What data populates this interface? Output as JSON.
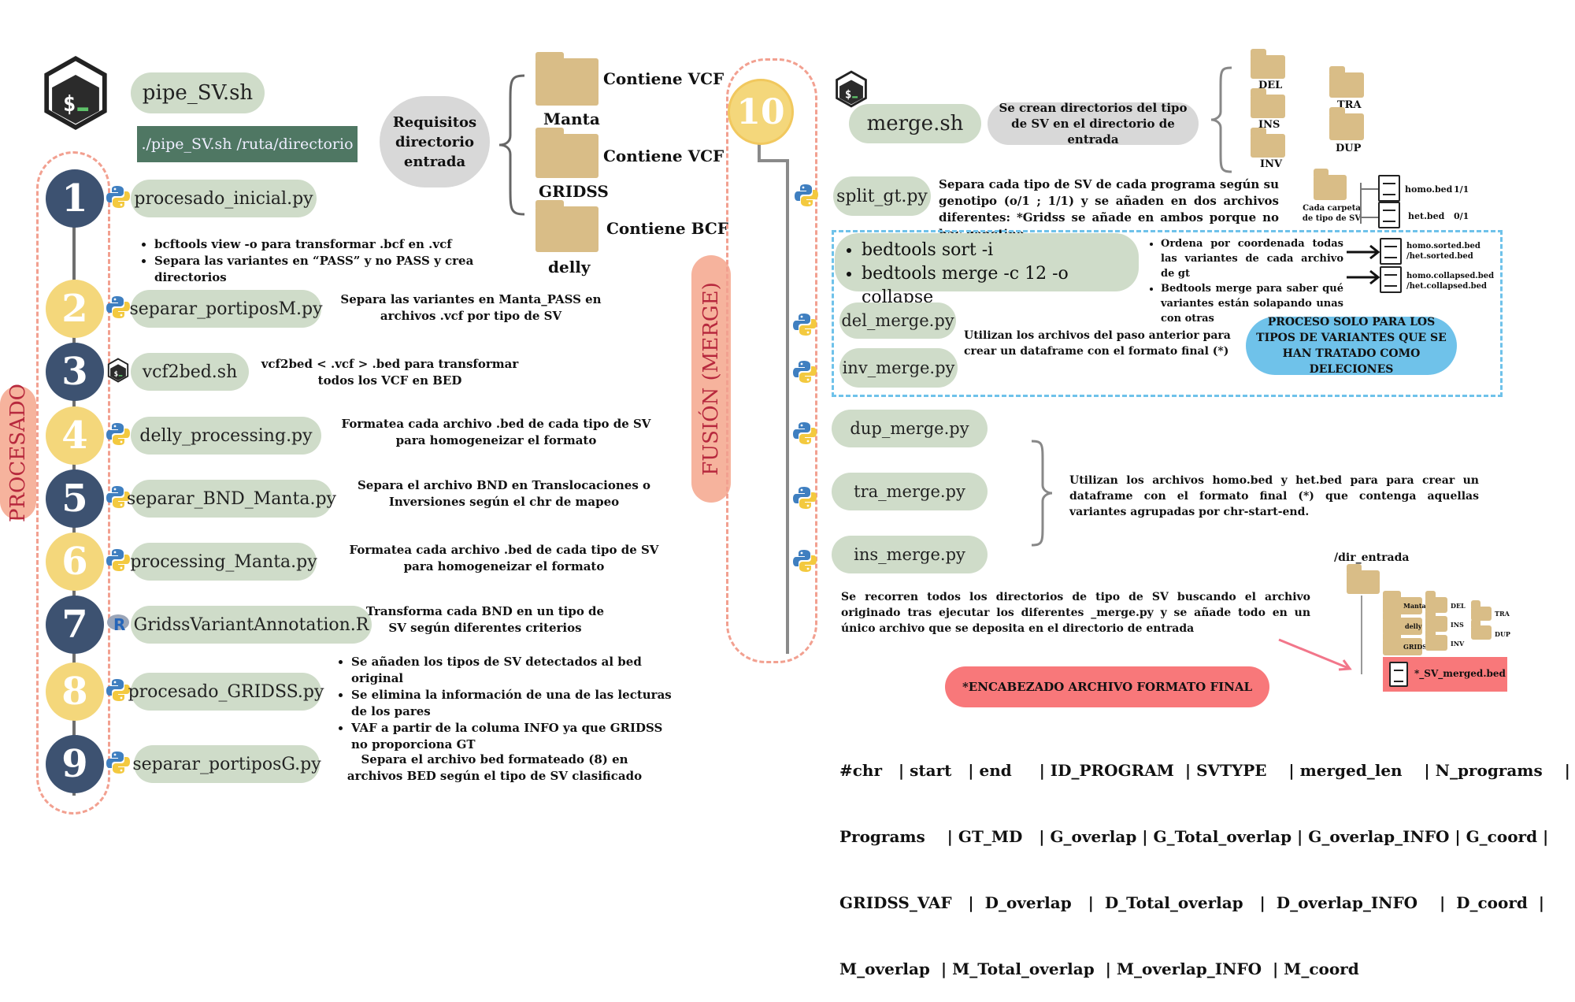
{
  "left": {
    "vertical_label": "PROCESADO",
    "header_script": "pipe_SV.sh",
    "command": "./pipe_SV.sh  /ruta/directorio",
    "steps": [
      {
        "num": "1",
        "color": "navy",
        "script": "procesado_inicial.py",
        "icon": "python-icon"
      },
      {
        "num": "2",
        "color": "yellow",
        "script": "separar_portiposM.py",
        "icon": "python-icon",
        "desc": "Separa las variantes en Manta_PASS en archivos .vcf por tipo de SV"
      },
      {
        "num": "3",
        "color": "navy",
        "script": "vcf2bed.sh",
        "icon": "bash-icon",
        "desc": "vcf2bed < .vcf > .bed para transformar todos los VCF en BED"
      },
      {
        "num": "4",
        "color": "yellow",
        "script": "delly_processing.py",
        "icon": "python-icon",
        "desc": "Formatea cada archivo .bed de cada tipo de SV para homogeneizar el formato"
      },
      {
        "num": "5",
        "color": "navy",
        "script": "separar_BND_Manta.py",
        "icon": "python-icon",
        "desc": "Separa el archivo BND en Translocaciones o Inversiones según el chr  de mapeo"
      },
      {
        "num": "6",
        "color": "yellow",
        "script": "processing_Manta.py",
        "icon": "python-icon",
        "desc": "Formatea cada archivo .bed de cada tipo de SV para homogeneizar el formato"
      },
      {
        "num": "7",
        "color": "navy",
        "script": "GridssVariantAnnotation.R",
        "icon": "r-icon",
        "desc": "Transforma cada BND en un tipo de SV según diferentes criterios"
      },
      {
        "num": "8",
        "color": "yellow",
        "script": "procesado_GRIDSS.py",
        "icon": "python-icon"
      },
      {
        "num": "9",
        "color": "navy",
        "script": "separar_portiposG.py",
        "icon": "python-icon",
        "desc": "Separa el archivo bed formateado (8) en archivos BED según el tipo de SV clasificado"
      }
    ],
    "step1_bullets": [
      "bcftools view -o para transformar .bcf en .vcf",
      "Separa las variantes en “PASS” y no PASS y crea directorios"
    ],
    "step8_bullets": [
      "Se añaden los tipos de SV detectados al bed original",
      "Se elimina la información de una de las lecturas de los pares",
      "VAF a partir de la columa INFO ya que GRIDSS no proporciona GT"
    ]
  },
  "requisitos": {
    "title": "Requisitos directorio entrada",
    "folders": [
      {
        "name": "Manta",
        "content": "Contiene VCF"
      },
      {
        "name": "GRIDSS",
        "content": "Contiene VCF"
      },
      {
        "name": "delly",
        "content": "Contiene BCF"
      }
    ]
  },
  "merge": {
    "vertical_label": "FUSIÓN (MERGE)",
    "step_num": "10",
    "header_script": "merge.sh",
    "header_note": "Se crean directorios del tipo de SV en el directorio de entrada",
    "sv_dirs": [
      "DEL",
      "INS",
      "INV",
      "TRA",
      "DUP"
    ],
    "split_script": "split_gt.py",
    "split_desc": "Separa cada tipo de SV de cada programa según su genotipo (o/1 ; 1/1) y se  añaden en dos archivos diferentes: *Gridss se añade en ambos porque no hay genotipo",
    "split_folder_label": "Cada carpeta de tipo de SV",
    "split_files": [
      {
        "name": "homo.bed",
        "gt": "1/1"
      },
      {
        "name": "het.bed",
        "gt": "0/1"
      }
    ],
    "bedtools": [
      "bedtools sort -i",
      "bedtools merge -c 12 -o collapse"
    ],
    "bedtools_notes": [
      "Ordena por coordenada todas las variantes de cada archivo de gt",
      "Bedtools merge para saber qué variantes están solapando unas con otras"
    ],
    "bedtools_outputs": [
      "homo.sorted.bed /het.sorted.bed",
      "homo.collapsed.bed /het.collapsed.bed"
    ],
    "del_script": "del_merge.py",
    "inv_script": "inv_merge.py",
    "del_inv_note": "Utilizan los archivos del paso anterior para crear un dataframe con el formato final (*)",
    "deletion_badge": "PROCESO SOLO PARA LOS TIPOS DE VARIANTES QUE SE HAN TRATADO COMO DELECIONES",
    "other_scripts": [
      "dup_merge.py",
      "tra_merge.py",
      "ins_merge.py"
    ],
    "other_note": "Utilizan los archivos homo.bed y het.bed para para crear un dataframe con el formato final (*) que contenga aquellas variantes agrupadas por chr-start-end.",
    "final_note": "Se recorren todos los directorios de tipo de SV buscando el archivo originado tras ejecutar los diferentes _merge.py y se añade todo en un único archivo que se deposita en el directorio de entrada",
    "tree": {
      "root": "/dir_entrada",
      "programs": [
        "Manta",
        "delly",
        "GRIDSS"
      ],
      "types_a": [
        "DEL",
        "INS",
        "INV"
      ],
      "types_b": [
        "TRA",
        "DUP"
      ],
      "output": "*_SV_merged.bed"
    },
    "header_badge": "*ENCABEZADO ARCHIVO FORMATO FINAL",
    "header_lines": [
      "#chr   | start   | end     | ID_PROGRAM  | SVTYPE    | merged_len    | N_programs    |",
      "Programs    | GT_MD   | G_overlap | G_Total_overlap | G_overlap_INFO | G_coord |",
      "GRIDSS_VAF   |  D_overlap   |  D_Total_overlap   |  D_overlap_INFO    |  D_coord  |",
      "M_overlap  | M_Total_overlap  | M_overlap_INFO  | M_coord"
    ]
  },
  "colors": {
    "navy": "#3d5271",
    "yellow": "#f4d77b",
    "pill": "#cfdcc9",
    "dash_border": "#f2a090",
    "salmon": "#f6b39d",
    "folder": "#d9bd87",
    "light_blue": "#6fc2ea",
    "pink": "#f8787a",
    "command_bg": "#4f7763"
  }
}
